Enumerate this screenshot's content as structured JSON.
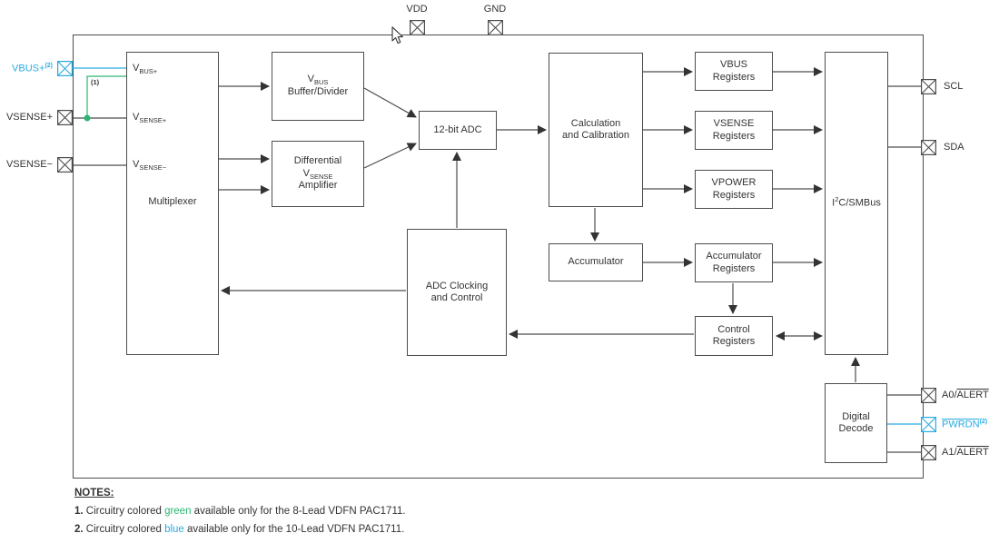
{
  "colors": {
    "accent_blue": "#29ABE2",
    "accent_green": "#2BB673",
    "line": "#4d4d4d"
  },
  "pins": {
    "vdd": {
      "label": "VDD"
    },
    "gnd": {
      "label": "GND"
    },
    "vbus": {
      "label": "VBUS+",
      "sup": "(2)"
    },
    "vsense_plus": {
      "label": "VSENSE+"
    },
    "vsense_minus": {
      "label": "VSENSE−"
    },
    "scl": {
      "label": "SCL"
    },
    "sda": {
      "label": "SDA"
    },
    "a0": {
      "pre": "A0/",
      "over": "ALERT"
    },
    "pwrdn": {
      "over": "PWRDN",
      "sup": "(2)"
    },
    "a1": {
      "pre": "A1/",
      "over": "ALERT"
    }
  },
  "blocks": {
    "multiplexer": {
      "label": "Multiplexer",
      "in_vbus": {
        "base": "V",
        "sub": "BUS+"
      },
      "in_vsense_p": {
        "base": "V",
        "sub": "SENSE+"
      },
      "in_vsense_n": {
        "base": "V",
        "sub": "SENSE−"
      }
    },
    "vbus_buffer": {
      "l1_base": "V",
      "l1_sub": "BUS",
      "l2": "Buffer/Divider"
    },
    "diff_amp": {
      "l1": "Differential",
      "l2_base": "V",
      "l2_sub": "SENSE",
      "l3": "Amplifier"
    },
    "adc": {
      "label": "12-bit ADC"
    },
    "calc": {
      "l1": "Calculation",
      "l2": "and Calibration"
    },
    "accumulator": {
      "label": "Accumulator"
    },
    "adc_clocking": {
      "l1": "ADC Clocking",
      "l2": "and Control"
    },
    "vbus_registers": {
      "l1": "VBUS",
      "l2": "Registers"
    },
    "vsense_registers": {
      "l1": "VSENSE",
      "l2": "Registers"
    },
    "vpower_registers": {
      "l1": "VPOWER",
      "l2": "Registers"
    },
    "accumulator_registers": {
      "l1": "Accumulator",
      "l2": "Registers"
    },
    "control_registers": {
      "l1": "Control",
      "l2": "Registers"
    },
    "i2c": {
      "pre": "I",
      "sup": "2",
      "post": "C/SMBus"
    },
    "digital_decode": {
      "l1": "Digital",
      "l2": "Decode"
    }
  },
  "wire_note": "(1)",
  "notes": {
    "heading": "NOTES:",
    "n1_num": "1.",
    "n1_a": " Circuitry colored ",
    "n1_color_word": "green",
    "n1_b": " available only for the 8-Lead VDFN PAC1711.",
    "n2_num": "2.",
    "n2_a": " Circuitry colored ",
    "n2_color_word": "blue",
    "n2_b": " available only for the 10-Lead VDFN PAC1711."
  }
}
